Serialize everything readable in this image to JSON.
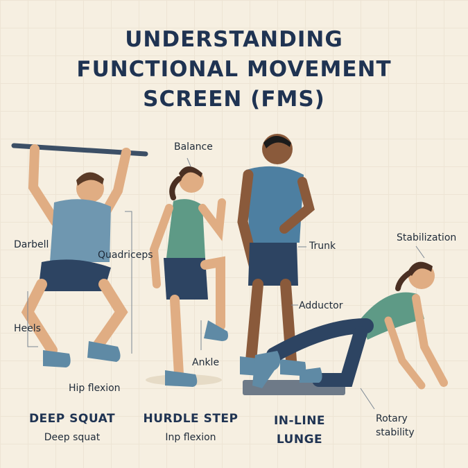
{
  "title": {
    "line1": "UNDERSTANDING",
    "line2": "FUNCTIONAL MOVEMENT",
    "line3": "SCREEN (FMS)"
  },
  "labels": {
    "balance": "Balance",
    "darbell": "Darbell",
    "quadriceps": "Quadriceps",
    "heels": "Heels",
    "hip_flexion": "Hip flexion",
    "ankle": "Ankle",
    "trunk": "Trunk",
    "adductor": "Adductor",
    "stabilization": "Stabilization",
    "rotary_stability": "Rotary\nstability"
  },
  "exercises": [
    {
      "name": "DEEP SQUAT",
      "subtitle": "Deep squat"
    },
    {
      "name": "HURDLE STEP",
      "subtitle": "Inp flexion"
    },
    {
      "name": "IN-LINE\nLUNGE",
      "subtitle": ""
    }
  ],
  "colors": {
    "background": "#f6efe1",
    "title": "#1f3352",
    "shirt_blue": "#5f8aa5",
    "shirt_green": "#5e9a86",
    "shorts": "#2d4462",
    "skin": "#e0ad83",
    "skin_dark": "#8a5a3b"
  }
}
